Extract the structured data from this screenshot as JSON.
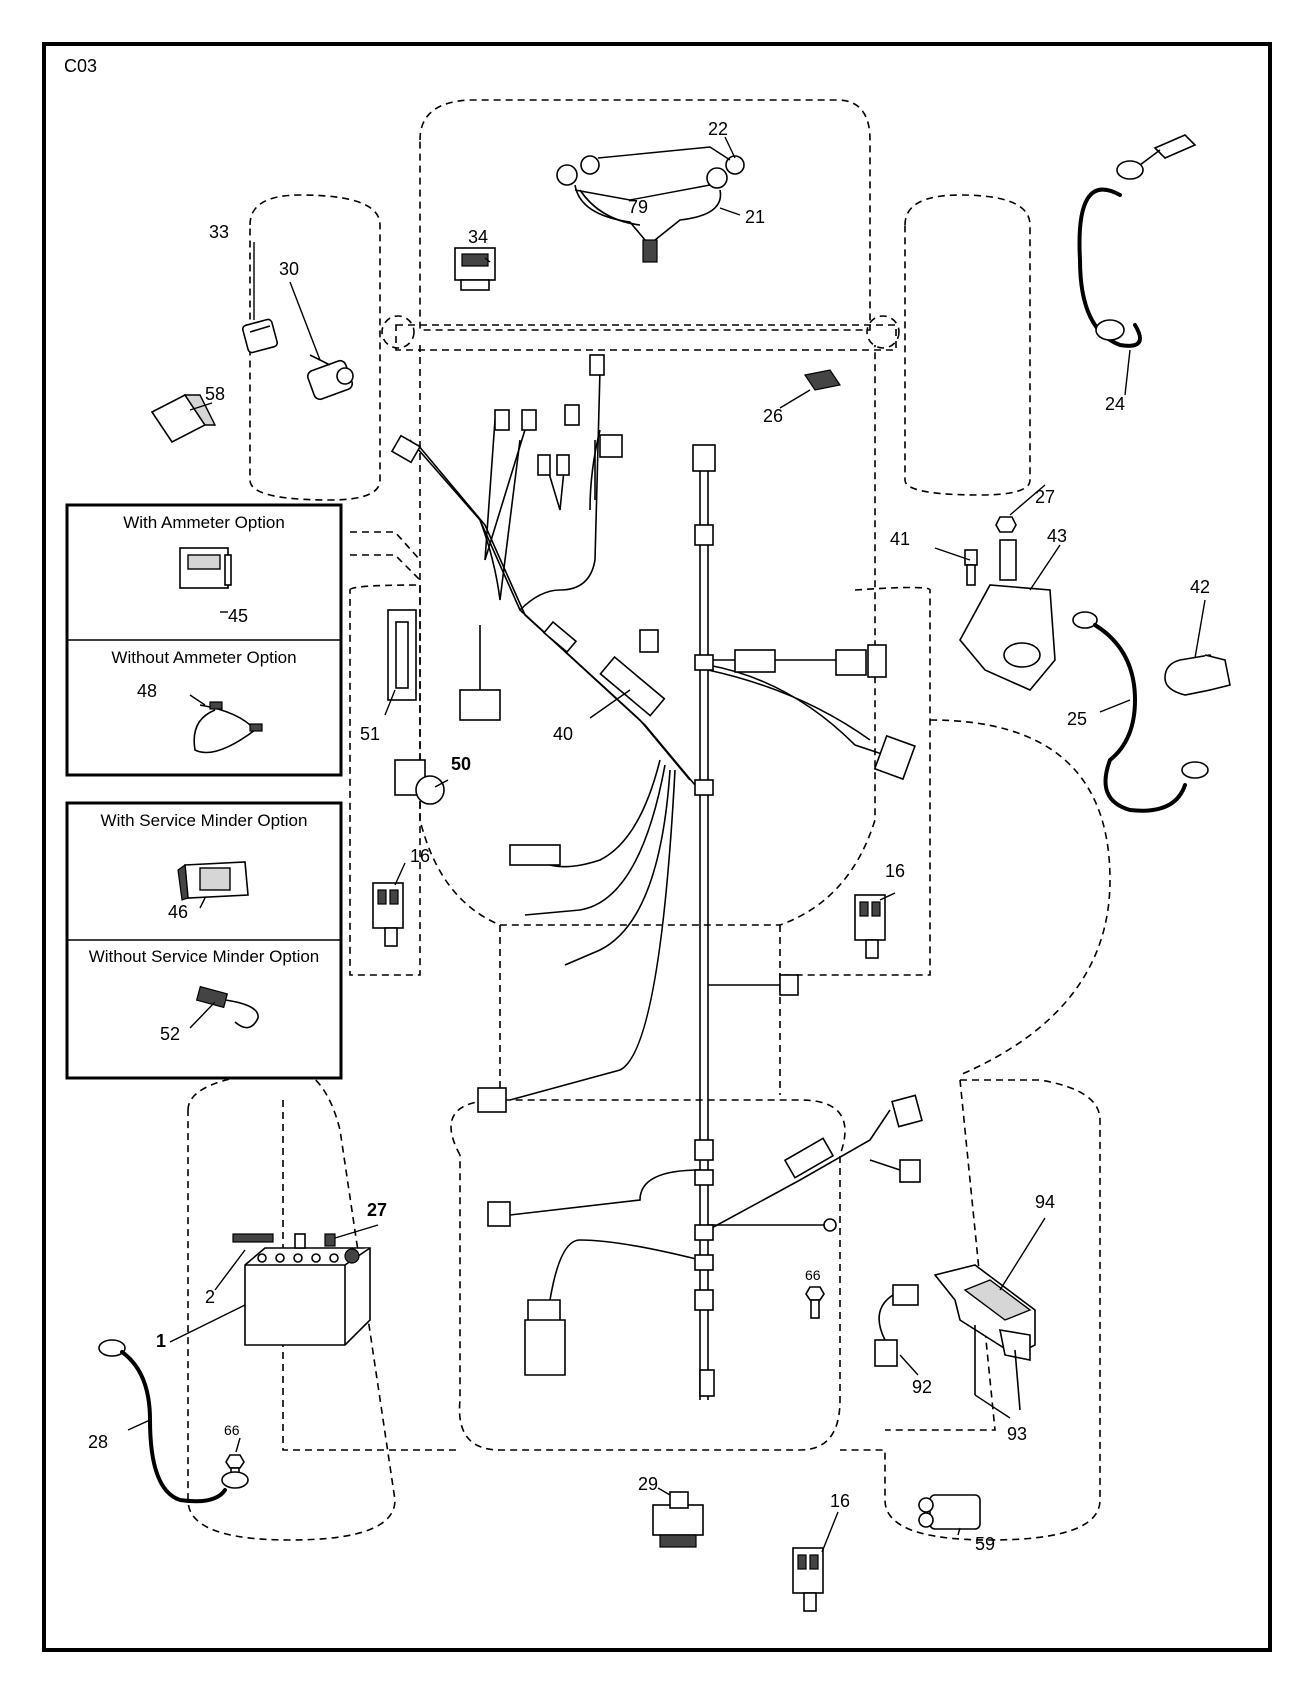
{
  "diagram_code": "C03",
  "option_boxes": {
    "ammeter_with": "With Ammeter Option",
    "ammeter_without": "Without Ammeter Option",
    "service_with": "With Service Minder Option",
    "service_without": "Without Service Minder Option"
  },
  "parts": {
    "p1": "1",
    "p2": "2",
    "p16a": "16",
    "p16b": "16",
    "p16c": "16",
    "p21": "21",
    "p22": "22",
    "p24": "24",
    "p25": "25",
    "p26": "26",
    "p27a": "27",
    "p27b": "27",
    "p28": "28",
    "p29": "29",
    "p30": "30",
    "p33": "33",
    "p34": "34",
    "p40": "40",
    "p41": "41",
    "p42": "42",
    "p43": "43",
    "p45": "45",
    "p46": "46",
    "p48": "48",
    "p50": "50",
    "p51": "51",
    "p52": "52",
    "p58": "58",
    "p59": "59",
    "p66a": "66",
    "p66b": "66",
    "p79": "79",
    "p92": "92",
    "p93": "93",
    "p94": "94"
  }
}
